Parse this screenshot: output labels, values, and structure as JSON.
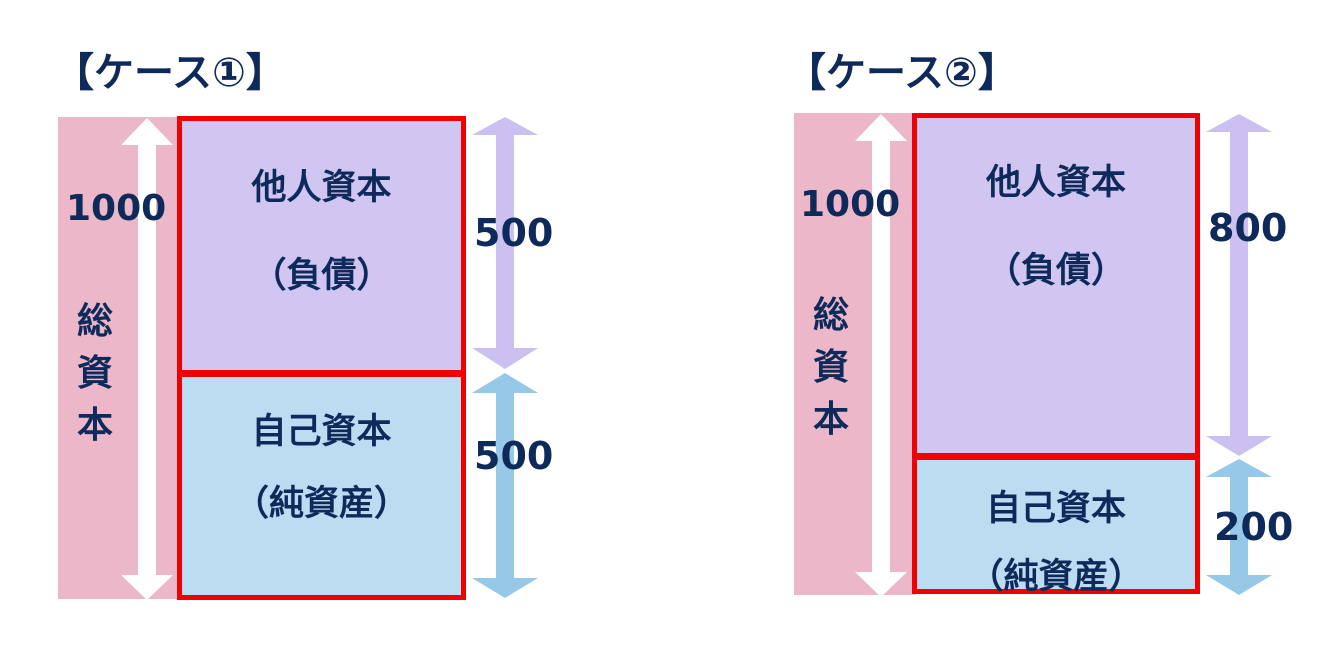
{
  "cases": [
    {
      "title": "【ケース①】",
      "total": {
        "value": "1000",
        "label": "総資本"
      },
      "debt": {
        "name": "他人資本",
        "sub": "（負債）",
        "value": "500"
      },
      "equity": {
        "name": "自己資本",
        "sub": "（純資産）",
        "value": "500"
      }
    },
    {
      "title": "【ケース②】",
      "total": {
        "value": "1000",
        "label": "総資本"
      },
      "debt": {
        "name": "他人資本",
        "sub": "（負債）",
        "value": "800"
      },
      "equity": {
        "name": "自己資本",
        "sub": "（純資産）",
        "value": "200"
      }
    }
  ],
  "colors": {
    "text": "#0e2a5a",
    "total_bg": "#ecb7c8",
    "debt_bg": "#d1c6f1",
    "equity_bg": "#bcdcf2",
    "debt_arrow": "#cbc0ef",
    "equity_arrow": "#96c8e8",
    "box_border": "#f00000"
  }
}
